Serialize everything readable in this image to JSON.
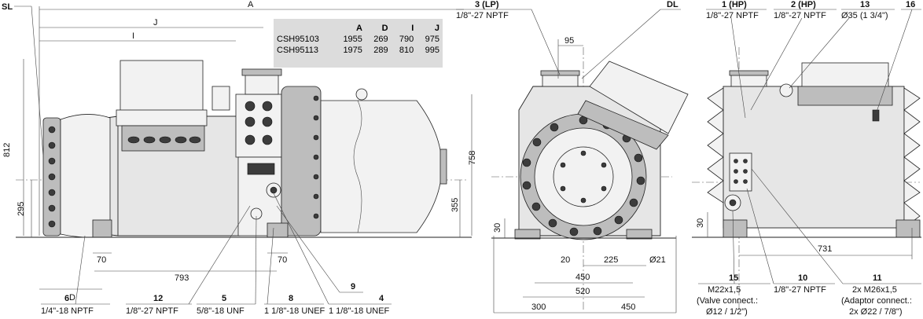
{
  "table": {
    "headers": [
      "",
      "A",
      "D",
      "I",
      "J"
    ],
    "rows": [
      [
        "CSH95103",
        "1955",
        "269",
        "790",
        "975"
      ],
      [
        "CSH95113",
        "1975",
        "289",
        "810",
        "995"
      ]
    ]
  },
  "dims": {
    "A": "A",
    "J": "J",
    "I": "I",
    "D": "D",
    "h812": "812",
    "h295": "295",
    "h758": "758",
    "h355": "355",
    "w70a": "70",
    "w70b": "70",
    "w793": "793",
    "w95": "95",
    "w20": "20",
    "w225": "225",
    "d21": "Ø21",
    "w450a": "450",
    "w520": "520",
    "w300": "300",
    "w450b": "450",
    "h30a": "30",
    "h30b": "30",
    "w731": "731"
  },
  "labels": {
    "sl": "SL",
    "dl": "DL",
    "c3_num": "3 (LP)",
    "c3_spec": "1/8\"-27 NPTF",
    "c1_num": "1 (HP)",
    "c1_spec": "1/8\"-27 NPTF",
    "c2_num": "2 (HP)",
    "c2_spec": "1/8\"-27 NPTF",
    "c13_num": "13",
    "c13_spec": "Ø35 (1 3/4\")",
    "c16_num": "16",
    "c6_num": "6",
    "c6_spec": "1/4\"-18 NPTF",
    "c12_num": "12",
    "c12_spec": "1/8\"-27 NPTF",
    "c5_num": "5",
    "c5_spec": "5/8\"-18 UNF",
    "c8_num": "8",
    "c8_spec": "1 1/8\"-18 UNEF",
    "c9_num": "9",
    "c4_num": "4",
    "c4_spec": "1 1/8\"-18 UNEF",
    "c15_num": "15",
    "c15_spec": "M22x1,5",
    "c15_note1": "(Valve connect.:",
    "c15_note2": "Ø12 / 1/2\")",
    "c10_num": "10",
    "c10_spec": "1/8\"-27 NPTF",
    "c11_num": "11",
    "c11_spec": "2x M26x1,5",
    "c11_note1": "(Adaptor connect.:",
    "c11_note2": "2x Ø22 / 7/8\")"
  }
}
